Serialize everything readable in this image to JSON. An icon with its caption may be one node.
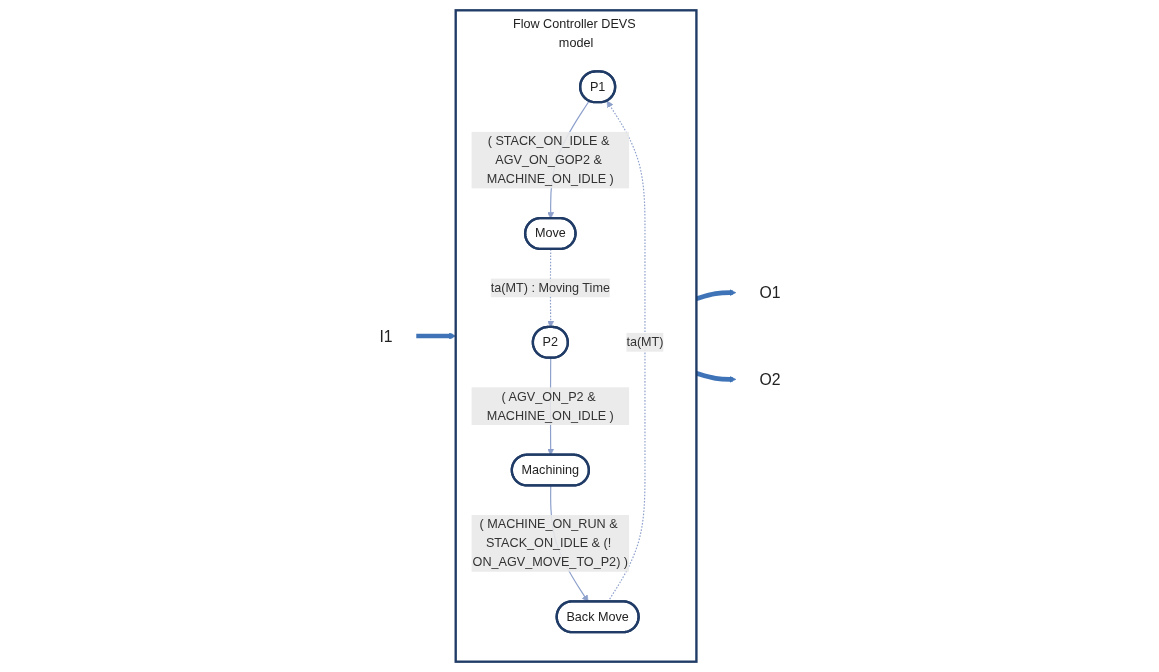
{
  "diagram": {
    "nodes": [
      {
        "text": [
          "Flow Controller DEVS model"
        ]
      },
      {
        "text": [
          "P1"
        ],
        "in": 0
      },
      {
        "text": [
          "Back Move"
        ],
        "in": 0
      },
      {
        "text": [
          "O1"
        ]
      },
      {
        "text": [
          "I1"
        ]
      },
      {
        "text": [
          "Machining"
        ],
        "in": 0
      },
      {
        "text": [
          "Move"
        ],
        "in": 0
      },
      {
        "text": [
          "O2"
        ]
      },
      {
        "text": [
          "P2"
        ],
        "in": 0
      }
    ],
    "edges": [
      {
        "from": 1,
        "to": 6,
        "arrow": "to",
        "label": "( STACK_ON_IDLE & AGV_ON_GOP2 & MACHINE_ON_IDLE )"
      },
      {
        "from": 6,
        "to": 8,
        "arrow": "to",
        "label": "ta(MT) : Moving Time",
        "style": "dashed"
      },
      {
        "from": 8,
        "to": 5,
        "arrow": "to",
        "label": "( AGV_ON_P2 & MACHINE_ON_IDLE )"
      },
      {
        "from": 5,
        "to": 2,
        "arrow": "to",
        "label": "( MACHINE_ON_RUN & STACK_ON_IDLE & (! ON_AGV_MOVE_TO_P2) )"
      },
      {
        "from": 2,
        "to": 1,
        "arrow": "to",
        "label": "ta(MT)",
        "style": "dashed"
      },
      {
        "from": 4,
        "to": 0,
        "arrow": "to",
        "style": "thick",
        "color": "#3f73b8"
      },
      {
        "from": 0,
        "to": 3,
        "arrow": "to",
        "style": "thick",
        "color": "#3f73b8"
      },
      {
        "from": 0,
        "to": 7,
        "arrow": "to",
        "style": "thick",
        "color": "#3f73b8"
      }
    ]
  }
}
